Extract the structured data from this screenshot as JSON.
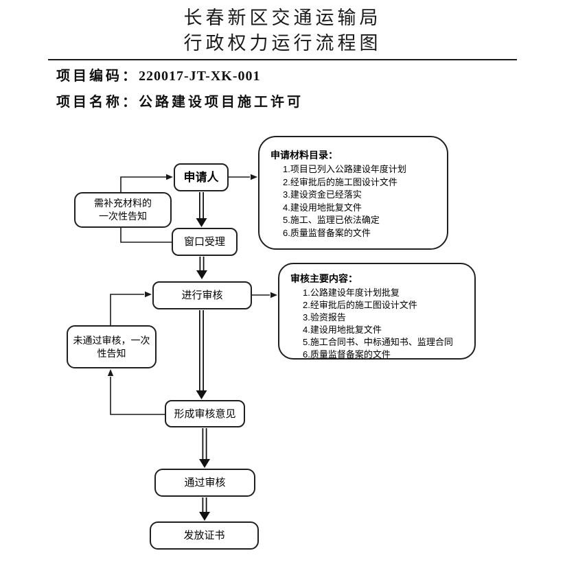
{
  "header": {
    "title_line1": "长春新区交通运输局",
    "title_line2": "行政权力运行流程图",
    "project_code_label": "项目编码：",
    "project_code_value": "220017-JT-XK-001",
    "project_name_label": "项目名称：",
    "project_name_value": "公路建设项目施工许可"
  },
  "flowchart": {
    "applicant": "申请人",
    "supplement_notice_lines": [
      "需补充材料的",
      "一次性告知"
    ],
    "window_acceptance": "窗口受理",
    "materials_catalog": {
      "header": "申请材料目录：",
      "items": [
        "1.项目已列入公路建设年度计划",
        "2.经审批后的施工图设计文件",
        "3.建设资金已经落实",
        "4.建设用地批复文件",
        "5.施工、监理已依法确定",
        "6.质量监督备案的文件"
      ]
    },
    "conduct_review": "进行审核",
    "review_content": {
      "header": "审核主要内容：",
      "items": [
        "1.公路建设年度计划批复",
        "2.经审批后的施工图设计文件",
        "3.验资报告",
        "4.建设用地批复文件",
        "5.施工合同书、中标通知书、监理合同",
        "6.质量监督备案的文件"
      ]
    },
    "fail_notice_lines": [
      "未通过审核，一次",
      "性告知"
    ],
    "form_opinion": "形成审核意见",
    "pass_review": "通过审核",
    "issue_certificate": "发放证书"
  },
  "colors": {
    "line": "#1a1a1a",
    "text": "#000000",
    "background": "#ffffff"
  }
}
